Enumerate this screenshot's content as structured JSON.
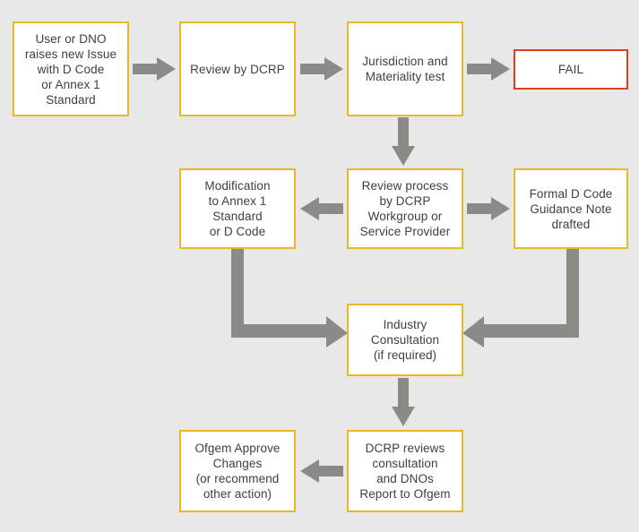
{
  "diagram": {
    "title": "D Code / Annex 1 Standard change process flowchart",
    "background_color": "#e8e8e8",
    "node_border_color": "#e8b923",
    "fail_border_color": "#e03c1e",
    "arrow_color": "#8a8a87",
    "text_color": "#3a4148"
  },
  "nodes": [
    {
      "id": "raise-issue",
      "label": "User or DNO\nraises new Issue\nwith D Code\nor Annex 1\nStandard"
    },
    {
      "id": "review-dcrp",
      "label": "Review by DCRP"
    },
    {
      "id": "jurisdiction-test",
      "label": "Jurisdiction and\nMateriality test"
    },
    {
      "id": "fail",
      "label": "FAIL"
    },
    {
      "id": "modification",
      "label": "Modification\nto Annex 1\nStandard\nor D Code"
    },
    {
      "id": "review-process",
      "label": "Review process\nby DCRP\nWorkgroup or\nService Provider"
    },
    {
      "id": "guidance-note",
      "label": "Formal D Code\nGuidance Note\ndrafted"
    },
    {
      "id": "industry-consultation",
      "label": "Industry\nConsultation\n(if required)"
    },
    {
      "id": "ofgem-approve",
      "label": "Ofgem Approve\nChanges\n(or recommend\nother action)"
    },
    {
      "id": "dcrp-reviews",
      "label": "DCRP reviews\nconsultation\nand DNOs\nReport to Ofgem"
    }
  ],
  "edges": [
    {
      "id": "raise-to-review",
      "from": "raise-issue",
      "to": "review-dcrp",
      "direction": "right"
    },
    {
      "id": "review-to-jurisdiction",
      "from": "review-dcrp",
      "to": "jurisdiction-test",
      "direction": "right"
    },
    {
      "id": "jurisdiction-to-fail",
      "from": "jurisdiction-test",
      "to": "fail",
      "direction": "right"
    },
    {
      "id": "jurisdiction-to-reviewproc",
      "from": "jurisdiction-test",
      "to": "review-process",
      "direction": "down"
    },
    {
      "id": "reviewproc-to-modification",
      "from": "review-process",
      "to": "modification",
      "direction": "left"
    },
    {
      "id": "reviewproc-to-guidance",
      "from": "review-process",
      "to": "guidance-note",
      "direction": "right"
    },
    {
      "id": "modification-to-consultation",
      "from": "modification",
      "to": "industry-consultation",
      "direction": "elbow-down-right"
    },
    {
      "id": "guidance-to-consultation",
      "from": "guidance-note",
      "to": "industry-consultation",
      "direction": "elbow-down-left"
    },
    {
      "id": "consultation-to-dcrpreview",
      "from": "industry-consultation",
      "to": "dcrp-reviews",
      "direction": "down"
    },
    {
      "id": "dcrpreview-to-ofgem",
      "from": "dcrp-reviews",
      "to": "ofgem-approve",
      "direction": "left"
    }
  ]
}
